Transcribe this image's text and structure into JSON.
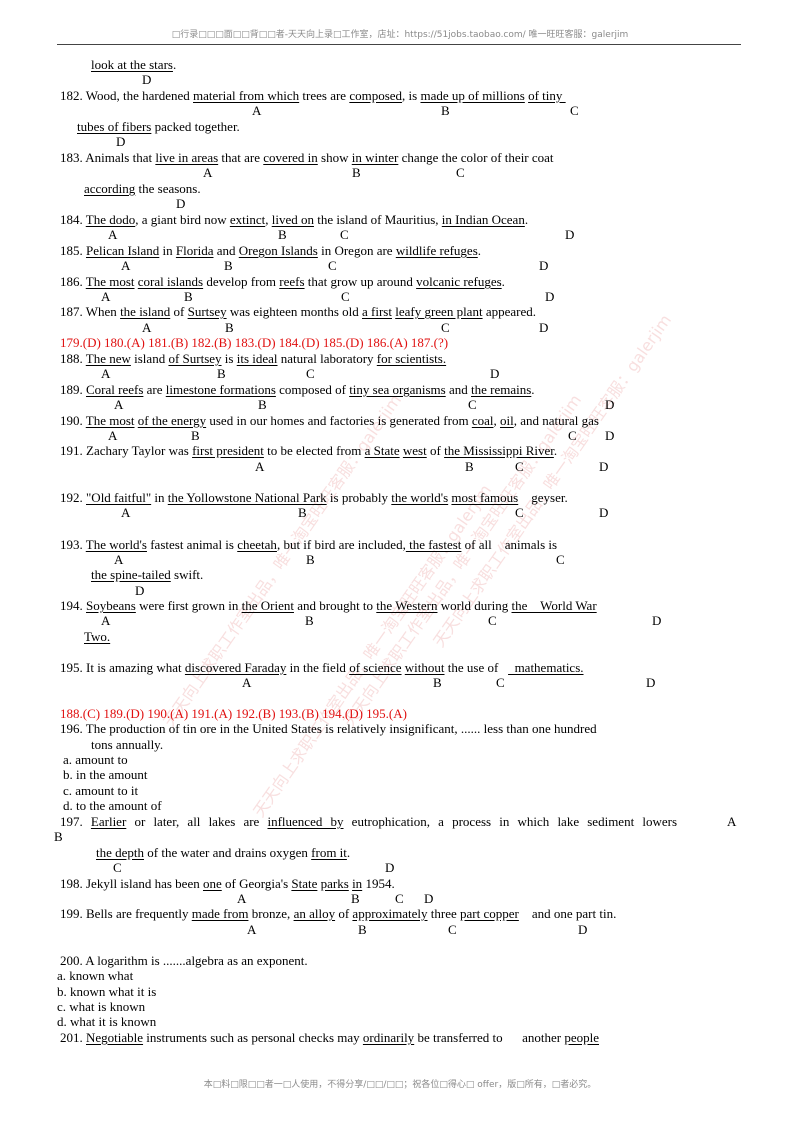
{
  "colors": {
    "answer_key": "#e01010",
    "watermark": "rgba(225,110,110,0.22)"
  },
  "header": {
    "text": "□行录□□□面□□背□□者-天天向上录□工作室，店址：https://51jobs.taobao.com/  唯一旺旺客服：galerjim"
  },
  "watermark": {
    "text": "天天向上求职工作室出品，唯一淘宝旺旺客服：galerjim"
  },
  "q181": {
    "tail": [
      {
        "t": "look at the stars",
        "u": true
      },
      {
        "t": ".",
        "u": false
      }
    ],
    "m": [
      "D"
    ]
  },
  "q182": {
    "l1": [
      {
        "t": "182. Wood, the hardened ",
        "u": false
      },
      {
        "t": "material from which",
        "u": true
      },
      {
        "t": " trees are ",
        "u": false
      },
      {
        "t": "composed",
        "u": true
      },
      {
        "t": ", is ",
        "u": false
      },
      {
        "t": "made up of millions",
        "u": true
      },
      {
        "t": " ",
        "u": false
      },
      {
        "t": "of tiny ",
        "u": true
      }
    ],
    "m1": [
      "A",
      "B",
      "C"
    ],
    "l2": [
      {
        "t": "tubes of fibers",
        "u": true
      },
      {
        "t": " packed together.",
        "u": false
      }
    ],
    "m2": [
      "D"
    ]
  },
  "q183": {
    "l1": [
      {
        "t": "183. Animals that ",
        "u": false
      },
      {
        "t": "live in areas",
        "u": true
      },
      {
        "t": " that are ",
        "u": false
      },
      {
        "t": "covered in",
        "u": true
      },
      {
        "t": " show ",
        "u": false
      },
      {
        "t": "in winter",
        "u": true
      },
      {
        "t": " change the color of their coat",
        "u": false
      }
    ],
    "m1": [
      "A",
      "B",
      "C"
    ],
    "l2": [
      {
        "t": "according",
        "u": true
      },
      {
        "t": " the seasons.",
        "u": false
      }
    ],
    "m2": [
      "D"
    ]
  },
  "q184": {
    "l1": [
      {
        "t": "184. ",
        "u": false
      },
      {
        "t": "The dodo",
        "u": true
      },
      {
        "t": ", a giant bird now ",
        "u": false
      },
      {
        "t": "extinct",
        "u": true
      },
      {
        "t": ", ",
        "u": false
      },
      {
        "t": "lived on",
        "u": true
      },
      {
        "t": " the island of Mauritius, ",
        "u": false
      },
      {
        "t": "in Indian Ocean",
        "u": true
      },
      {
        "t": ".",
        "u": false
      }
    ],
    "m1": [
      "A",
      "B",
      "C",
      "D"
    ]
  },
  "q185": {
    "l1": [
      {
        "t": "185. ",
        "u": false
      },
      {
        "t": "Pelican Island",
        "u": true
      },
      {
        "t": " in ",
        "u": false
      },
      {
        "t": "Florida",
        "u": true
      },
      {
        "t": " and ",
        "u": false
      },
      {
        "t": "Oregon Islands",
        "u": true
      },
      {
        "t": " in Oregon are ",
        "u": false
      },
      {
        "t": "wildlife refuges",
        "u": true
      },
      {
        "t": ".",
        "u": false
      }
    ],
    "m1": [
      "A",
      "B",
      "C",
      "D"
    ]
  },
  "q186": {
    "l1": [
      {
        "t": "186. ",
        "u": false
      },
      {
        "t": "The most",
        "u": true
      },
      {
        "t": " ",
        "u": false
      },
      {
        "t": "coral islands",
        "u": true
      },
      {
        "t": " develop from ",
        "u": false
      },
      {
        "t": "reefs",
        "u": true
      },
      {
        "t": " that grow up around ",
        "u": false
      },
      {
        "t": "volcanic refuges",
        "u": true
      },
      {
        "t": ".",
        "u": false
      }
    ],
    "m1": [
      "A",
      "B",
      "C",
      "D"
    ]
  },
  "q187": {
    "l1": [
      {
        "t": "187. When ",
        "u": false
      },
      {
        "t": "the island",
        "u": true
      },
      {
        "t": " of ",
        "u": false
      },
      {
        "t": "Surtsey",
        "u": true
      },
      {
        "t": " was eighteen months old ",
        "u": false
      },
      {
        "t": "a first",
        "u": true
      },
      {
        "t": " ",
        "u": false
      },
      {
        "t": "leafy green plant",
        "u": true
      },
      {
        "t": " appeared.",
        "u": false
      }
    ],
    "m1": [
      "A",
      "B",
      "C",
      "D"
    ]
  },
  "answers1": "179.(D) 180.(A) 181.(B) 182.(B) 183.(D) 184.(D) 185.(D) 186.(A) 187.(?)",
  "q188": {
    "l1": [
      {
        "t": "188. ",
        "u": false
      },
      {
        "t": "The new",
        "u": true
      },
      {
        "t": " island ",
        "u": false
      },
      {
        "t": "of Surtsey",
        "u": true
      },
      {
        "t": " is ",
        "u": false
      },
      {
        "t": "its ideal",
        "u": true
      },
      {
        "t": " natural laboratory ",
        "u": false
      },
      {
        "t": "for scientists.",
        "u": true
      }
    ],
    "m1": [
      "A",
      "B",
      "C",
      "D"
    ]
  },
  "q189": {
    "l1": [
      {
        "t": "189. ",
        "u": false
      },
      {
        "t": "Coral reefs",
        "u": true
      },
      {
        "t": " are ",
        "u": false
      },
      {
        "t": "limestone formations",
        "u": true
      },
      {
        "t": " composed of ",
        "u": false
      },
      {
        "t": "tiny sea organisms",
        "u": true
      },
      {
        "t": " and ",
        "u": false
      },
      {
        "t": "the remains",
        "u": true
      },
      {
        "t": ".",
        "u": false
      }
    ],
    "m1": [
      "A",
      "B",
      "C",
      "D"
    ]
  },
  "q190": {
    "l1": [
      {
        "t": "190. ",
        "u": false
      },
      {
        "t": "The most",
        "u": true
      },
      {
        "t": " ",
        "u": false
      },
      {
        "t": "of the energy",
        "u": true
      },
      {
        "t": " used in our homes and factories is generated from ",
        "u": false
      },
      {
        "t": "coal",
        "u": true
      },
      {
        "t": ", ",
        "u": false
      },
      {
        "t": "oil",
        "u": true
      },
      {
        "t": ", and natural gas",
        "u": false
      }
    ],
    "m1": [
      "A",
      "B",
      "C",
      "D"
    ]
  },
  "q191": {
    "l1": [
      {
        "t": "191. Zachary Taylor was ",
        "u": false
      },
      {
        "t": "first president",
        "u": true
      },
      {
        "t": " to be elected from ",
        "u": false
      },
      {
        "t": "a State",
        "u": true
      },
      {
        "t": " ",
        "u": false
      },
      {
        "t": "west",
        "u": true
      },
      {
        "t": " of ",
        "u": false
      },
      {
        "t": "the Mississippi River",
        "u": true
      },
      {
        "t": ".",
        "u": false
      }
    ],
    "m1": [
      "A",
      "B",
      "C",
      "D"
    ]
  },
  "q192": {
    "l1": [
      {
        "t": "192. ",
        "u": false
      },
      {
        "t": "\"Old faitful\"",
        "u": true
      },
      {
        "t": " in ",
        "u": false
      },
      {
        "t": "the Yollowstone National Park",
        "u": true
      },
      {
        "t": " is probably ",
        "u": false
      },
      {
        "t": "the world's",
        "u": true
      },
      {
        "t": " ",
        "u": false
      },
      {
        "t": "most famous",
        "u": true
      },
      {
        "t": "    geyser.",
        "u": false
      }
    ],
    "m1": [
      "A",
      "B",
      "C",
      "D"
    ]
  },
  "q193": {
    "l1": [
      {
        "t": "193. ",
        "u": false
      },
      {
        "t": "The world's",
        "u": true
      },
      {
        "t": " fastest animal is ",
        "u": false
      },
      {
        "t": "cheetah",
        "u": true
      },
      {
        "t": ", but if bird are included,",
        "u": false
      },
      {
        "t": " the fastest",
        "u": true
      },
      {
        "t": " of all    animals is",
        "u": false
      }
    ],
    "m1": [
      "A",
      "B",
      "C"
    ],
    "l2": [
      {
        "t": "the spine-tailed",
        "u": true
      },
      {
        "t": " swift.",
        "u": false
      }
    ],
    "m2": [
      "D"
    ]
  },
  "q194": {
    "l1": [
      {
        "t": "194. ",
        "u": false
      },
      {
        "t": "Soybeans",
        "u": true
      },
      {
        "t": " were first grown in ",
        "u": false
      },
      {
        "t": "the Orient",
        "u": true
      },
      {
        "t": " and brought to ",
        "u": false
      },
      {
        "t": "the Western",
        "u": true
      },
      {
        "t": " world during ",
        "u": false
      },
      {
        "t": "the    World War",
        "u": true
      }
    ],
    "m1": [
      "A",
      "B",
      "C",
      "D"
    ],
    "l2": [
      {
        "t": "Two.",
        "u": true
      }
    ]
  },
  "q195": {
    "l1": [
      {
        "t": "195. It is amazing what ",
        "u": false
      },
      {
        "t": "discovered Faraday",
        "u": true
      },
      {
        "t": " in the field ",
        "u": false
      },
      {
        "t": "of science",
        "u": true
      },
      {
        "t": " ",
        "u": false
      },
      {
        "t": "without",
        "u": true
      },
      {
        "t": " the use of   ",
        "u": false
      },
      {
        "t": "  mathematics.",
        "u": true
      }
    ],
    "m1": [
      "A",
      "B",
      "C",
      "D"
    ]
  },
  "answers2": "188.(C) 189.(D) 190.(A) 191.(A) 192.(B) 193.(B) 194.(D) 195.(A)",
  "q196": {
    "stem1": "196. The production of tin ore in the United States is relatively insignificant, ...... less than one hundred",
    "stem2": "tons annually.",
    "options": [
      "a. amount to",
      "b. in the amount",
      "c. amount to it",
      "d. to the amount of"
    ]
  },
  "q197": {
    "l1": [
      {
        "t": "197. ",
        "u": false
      },
      {
        "t": "Earlier",
        "u": true
      },
      {
        "t": " or later, all lakes are ",
        "u": false
      },
      {
        "t": "influenced by",
        "u": true
      },
      {
        "t": " eutrophication, a process in which lake sediment lowers",
        "u": false
      }
    ],
    "m1": [
      "A",
      "B"
    ],
    "l2": [
      {
        "t": "the depth",
        "u": true
      },
      {
        "t": " of the water and drains oxygen ",
        "u": false
      },
      {
        "t": "from it",
        "u": true
      },
      {
        "t": ".",
        "u": false
      }
    ],
    "m2": [
      "C",
      "D"
    ]
  },
  "q198": {
    "l1": [
      {
        "t": "198. Jekyll island has been ",
        "u": false
      },
      {
        "t": "one",
        "u": true
      },
      {
        "t": " of Georgia's ",
        "u": false
      },
      {
        "t": "State",
        "u": true
      },
      {
        "t": " ",
        "u": false
      },
      {
        "t": "parks",
        "u": true
      },
      {
        "t": " ",
        "u": false
      },
      {
        "t": "in",
        "u": true
      },
      {
        "t": " 1954.",
        "u": false
      }
    ],
    "m1": [
      "A",
      "B",
      "C",
      "D"
    ]
  },
  "q199": {
    "l1": [
      {
        "t": "199. Bells are frequently ",
        "u": false
      },
      {
        "t": "made from",
        "u": true
      },
      {
        "t": " bronze, ",
        "u": false
      },
      {
        "t": "an alloy",
        "u": true
      },
      {
        "t": " of ",
        "u": false
      },
      {
        "t": "approximately",
        "u": true
      },
      {
        "t": " three ",
        "u": false
      },
      {
        "t": "part copper",
        "u": true
      },
      {
        "t": "    and one part tin.",
        "u": false
      }
    ],
    "m1": [
      "A",
      "B",
      "C",
      "D"
    ]
  },
  "q200": {
    "stem": "200. A logarithm is .......algebra as an exponent.",
    "options": [
      "a. known what",
      "b. known what it is",
      "c. what is known",
      "d. what it is known"
    ]
  },
  "q201": {
    "l1": [
      {
        "t": "201. ",
        "u": false
      },
      {
        "t": "Negotiable",
        "u": true
      },
      {
        "t": " instruments such as personal checks may ",
        "u": false
      },
      {
        "t": "ordinarily",
        "u": true
      },
      {
        "t": " be transferred to      another ",
        "u": false
      },
      {
        "t": "people",
        "u": true
      }
    ]
  },
  "footer": {
    "text": "本□料□限□□者一□人使用，不得分享/□□/□□；祝各位□得心□ offer，版□所有，□者必究。"
  }
}
